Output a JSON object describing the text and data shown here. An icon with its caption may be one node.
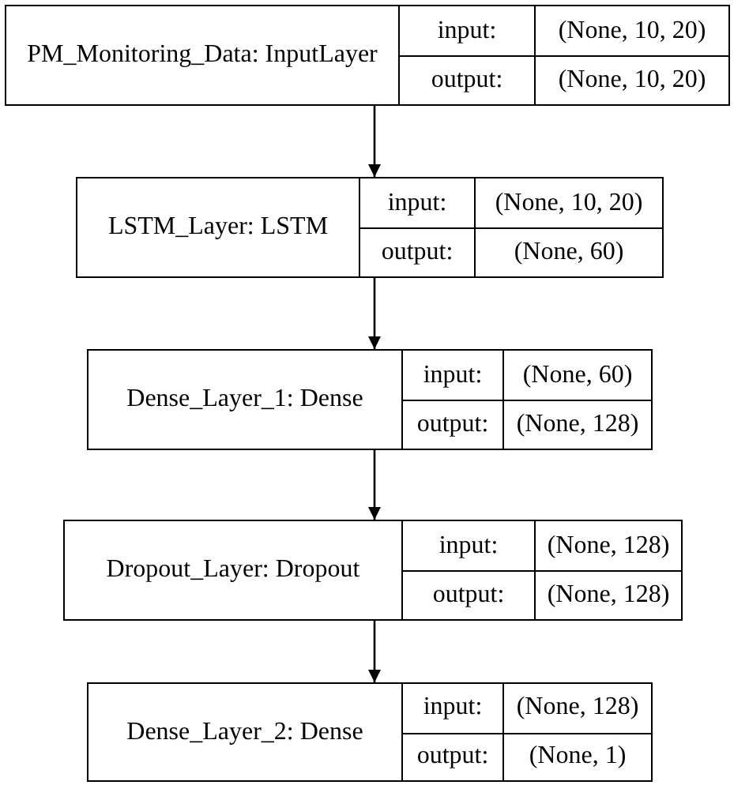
{
  "diagram": {
    "nodes": [
      {
        "text": [
          "PM_Monitoring_Data: InputLayer",
          "input:",
          "(None, 10, 20)",
          "output:",
          "(None, 10, 20)"
        ]
      },
      {
        "text": [
          "LSTM_Layer: LSTM",
          "input:",
          "(None, 10, 20)",
          "output:",
          "(None, 60)"
        ]
      },
      {
        "text": [
          "Dense_Layer_1: Dense",
          "input:",
          "(None, 60)",
          "output:",
          "(None, 128)"
        ]
      },
      {
        "text": [
          "Dropout_Layer: Dropout",
          "input:",
          "(None, 128)",
          "output:",
          "(None, 128)"
        ]
      },
      {
        "text": [
          "Dense_Layer_2: Dense",
          "input:",
          "(None, 128)",
          "output:",
          "(None, 1)"
        ]
      }
    ],
    "edges": [
      {
        "from": 0,
        "to": 1,
        "arrow": "to"
      },
      {
        "from": 1,
        "to": 2,
        "arrow": "to"
      },
      {
        "from": 2,
        "to": 3,
        "arrow": "to"
      },
      {
        "from": 3,
        "to": 4,
        "arrow": "to"
      }
    ]
  }
}
